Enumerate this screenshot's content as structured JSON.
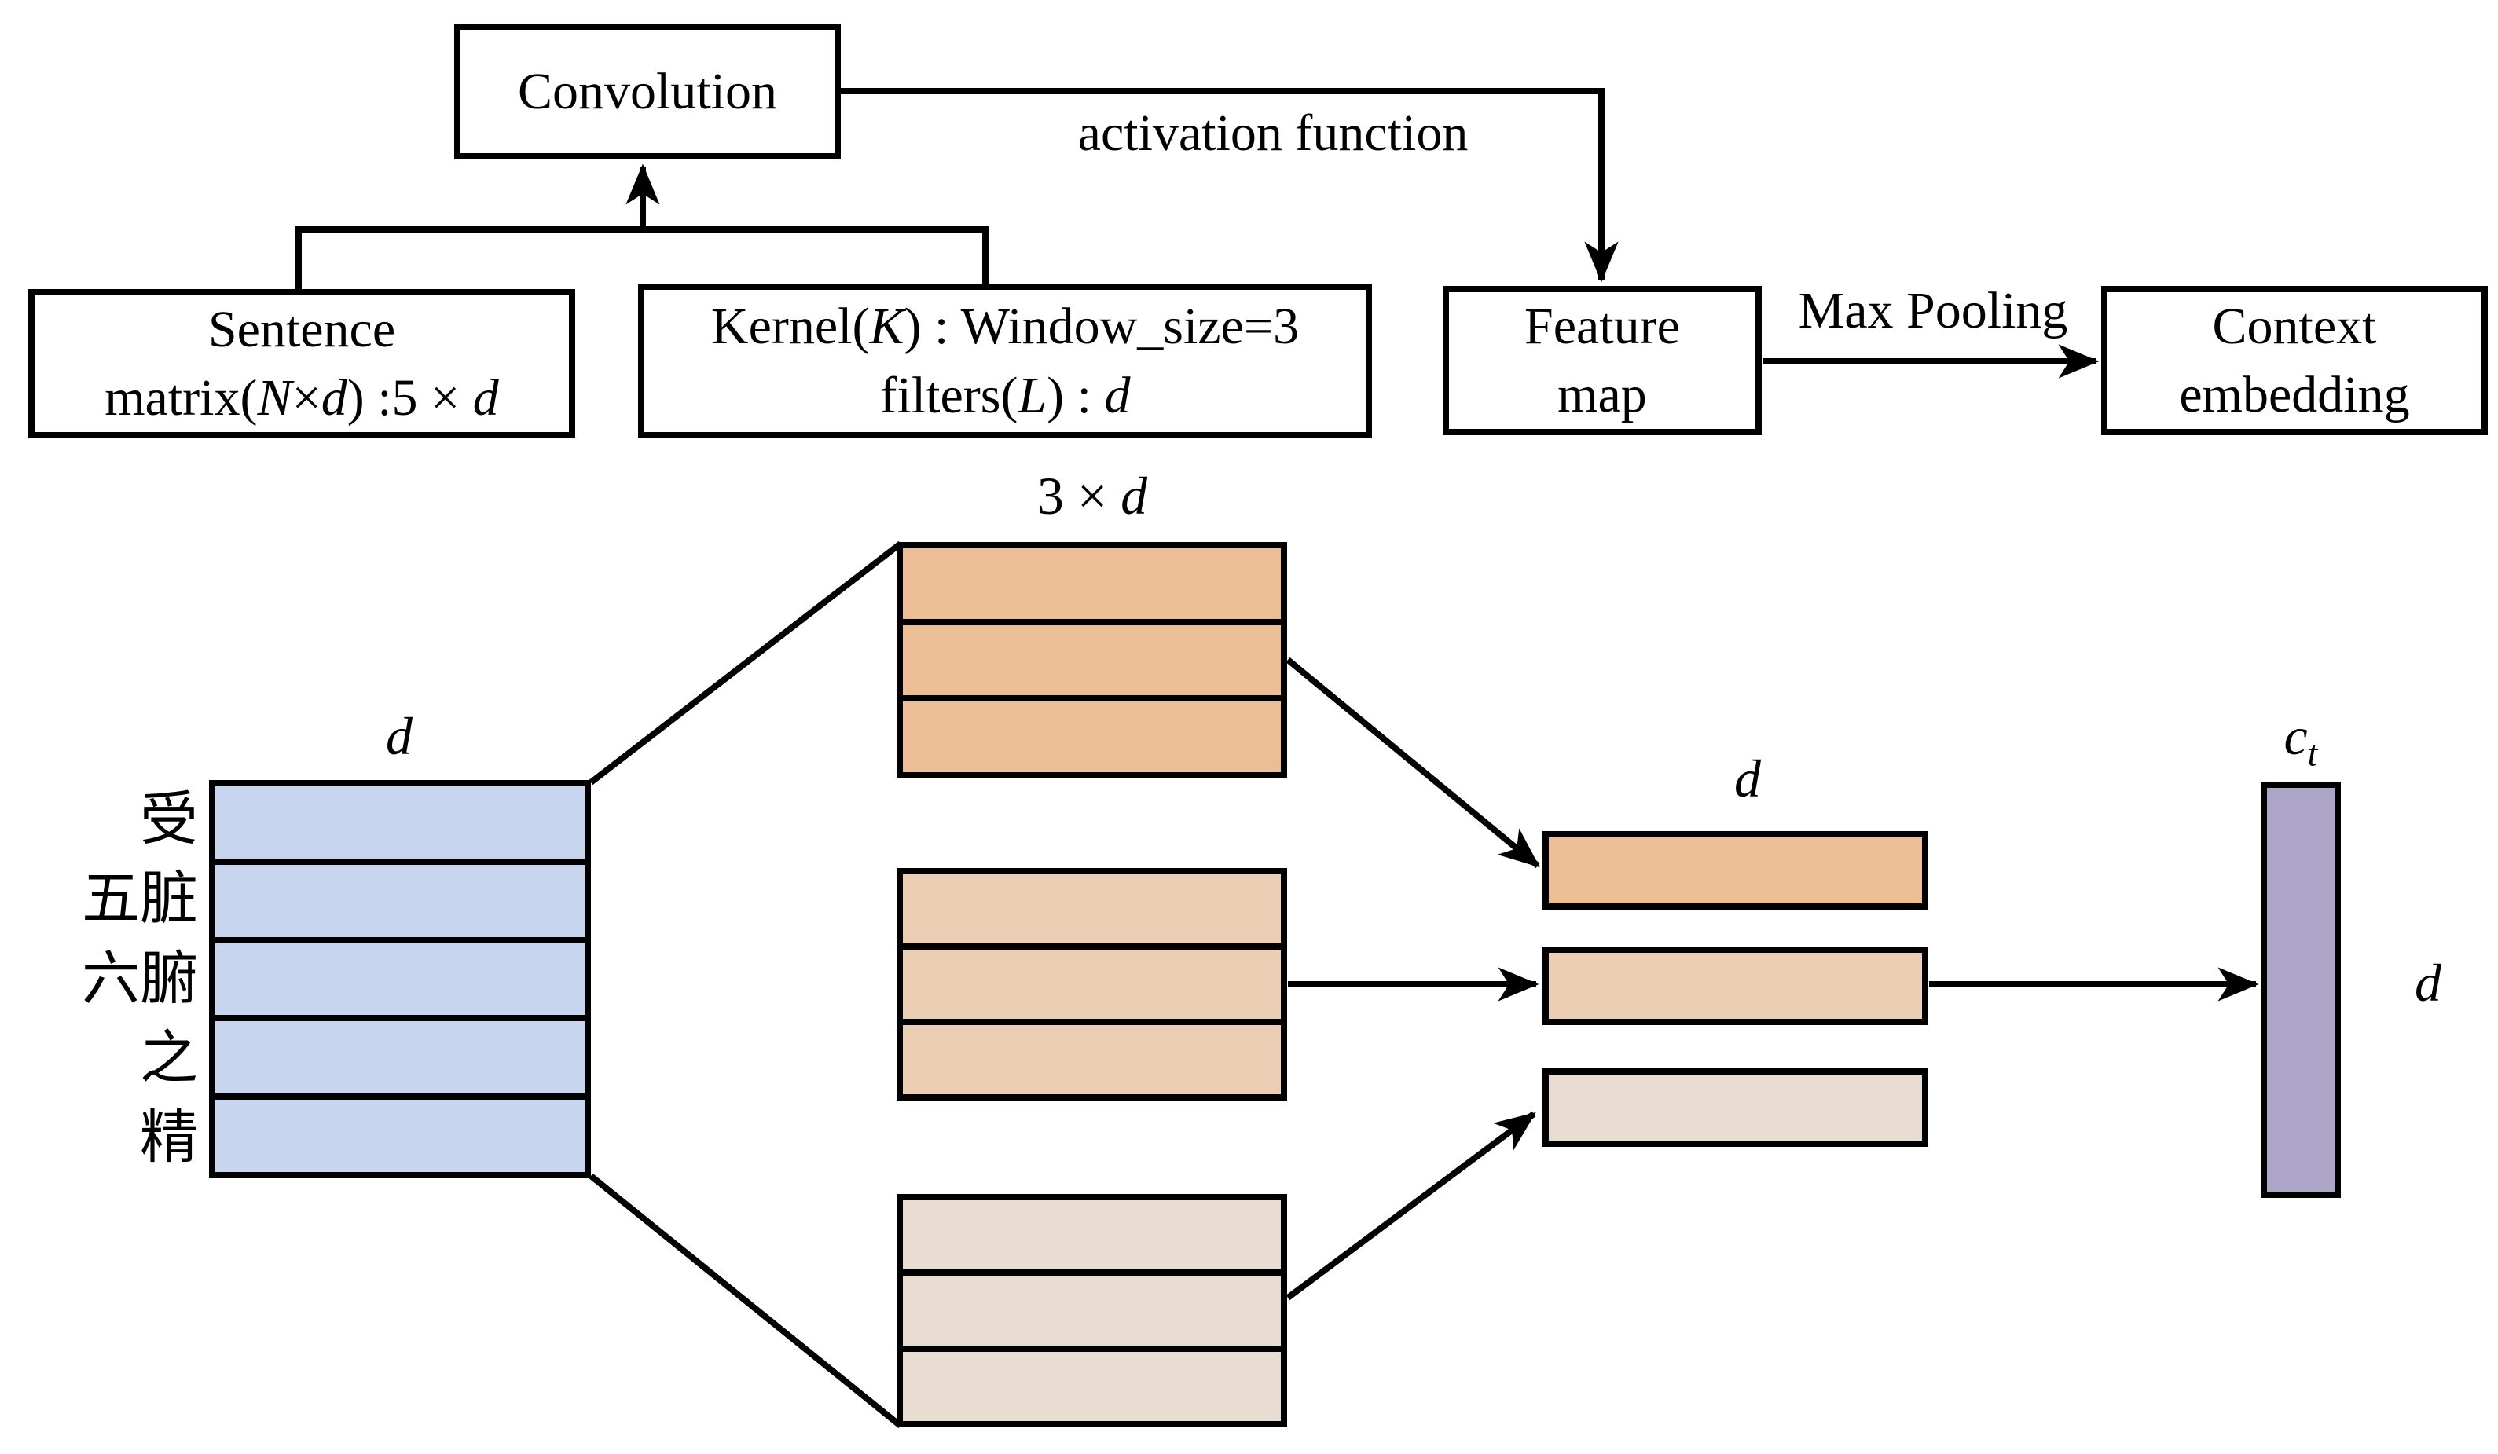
{
  "colors": {
    "line": "#000000",
    "sentence_matrix_fill": "#c8d5ee",
    "window_top_fill": "#ebbe95",
    "window_mid_fill": "#ecceb4",
    "window_bottom_fill": "#e9dcd1",
    "feature_bar1_fill": "#ebbe95",
    "feature_bar2_fill": "#ecceb4",
    "feature_bar3_fill": "#e9dcd1",
    "context_bar_fill": "#aca5c7"
  },
  "boxes": {
    "convolution": {
      "lines": [
        [
          {
            "t": "Convolution"
          }
        ]
      ]
    },
    "sentence_matrix": {
      "lines": [
        [
          {
            "t": "Sentence"
          }
        ],
        [
          {
            "t": "matrix("
          },
          {
            "t": "N",
            "i": true
          },
          {
            "t": "×"
          },
          {
            "t": "d",
            "i": true
          },
          {
            "t": ") :5 × "
          },
          {
            "t": "d",
            "i": true
          }
        ]
      ]
    },
    "kernel": {
      "lines": [
        [
          {
            "t": "Kernel("
          },
          {
            "t": "K",
            "i": true
          },
          {
            "t": ") : Window_size=3"
          }
        ],
        [
          {
            "t": "filters("
          },
          {
            "t": "L",
            "i": true
          },
          {
            "t": ") : "
          },
          {
            "t": "d",
            "i": true
          }
        ]
      ]
    },
    "feature_map": {
      "lines": [
        [
          {
            "t": "Feature"
          }
        ],
        [
          {
            "t": "map"
          }
        ]
      ]
    },
    "context_embedding": {
      "lines": [
        [
          {
            "t": "Context"
          }
        ],
        [
          {
            "t": "embedding"
          }
        ]
      ]
    }
  },
  "edge_labels": {
    "activation_function": "activation function",
    "max_pooling": "Max Pooling"
  },
  "dim_labels": {
    "sentence_matrix_width": [
      {
        "t": "d",
        "i": true
      }
    ],
    "window_size": [
      {
        "t": "3 × "
      },
      {
        "t": "d",
        "i": true
      }
    ],
    "feature_map_width": [
      {
        "t": "d",
        "i": true
      }
    ],
    "context_vector": [
      {
        "t": "c",
        "i": true
      },
      {
        "t": "t",
        "i": true,
        "sub": true
      }
    ],
    "context_dim": [
      {
        "t": "d",
        "i": true
      }
    ]
  },
  "sentence_tokens": [
    "受",
    "五脏",
    "六腑",
    "之",
    "精"
  ],
  "matrices": {
    "sentence": {
      "rows": 5
    },
    "window_top": {
      "rows": 3
    },
    "window_mid": {
      "rows": 3
    },
    "window_bottom": {
      "rows": 3
    }
  }
}
